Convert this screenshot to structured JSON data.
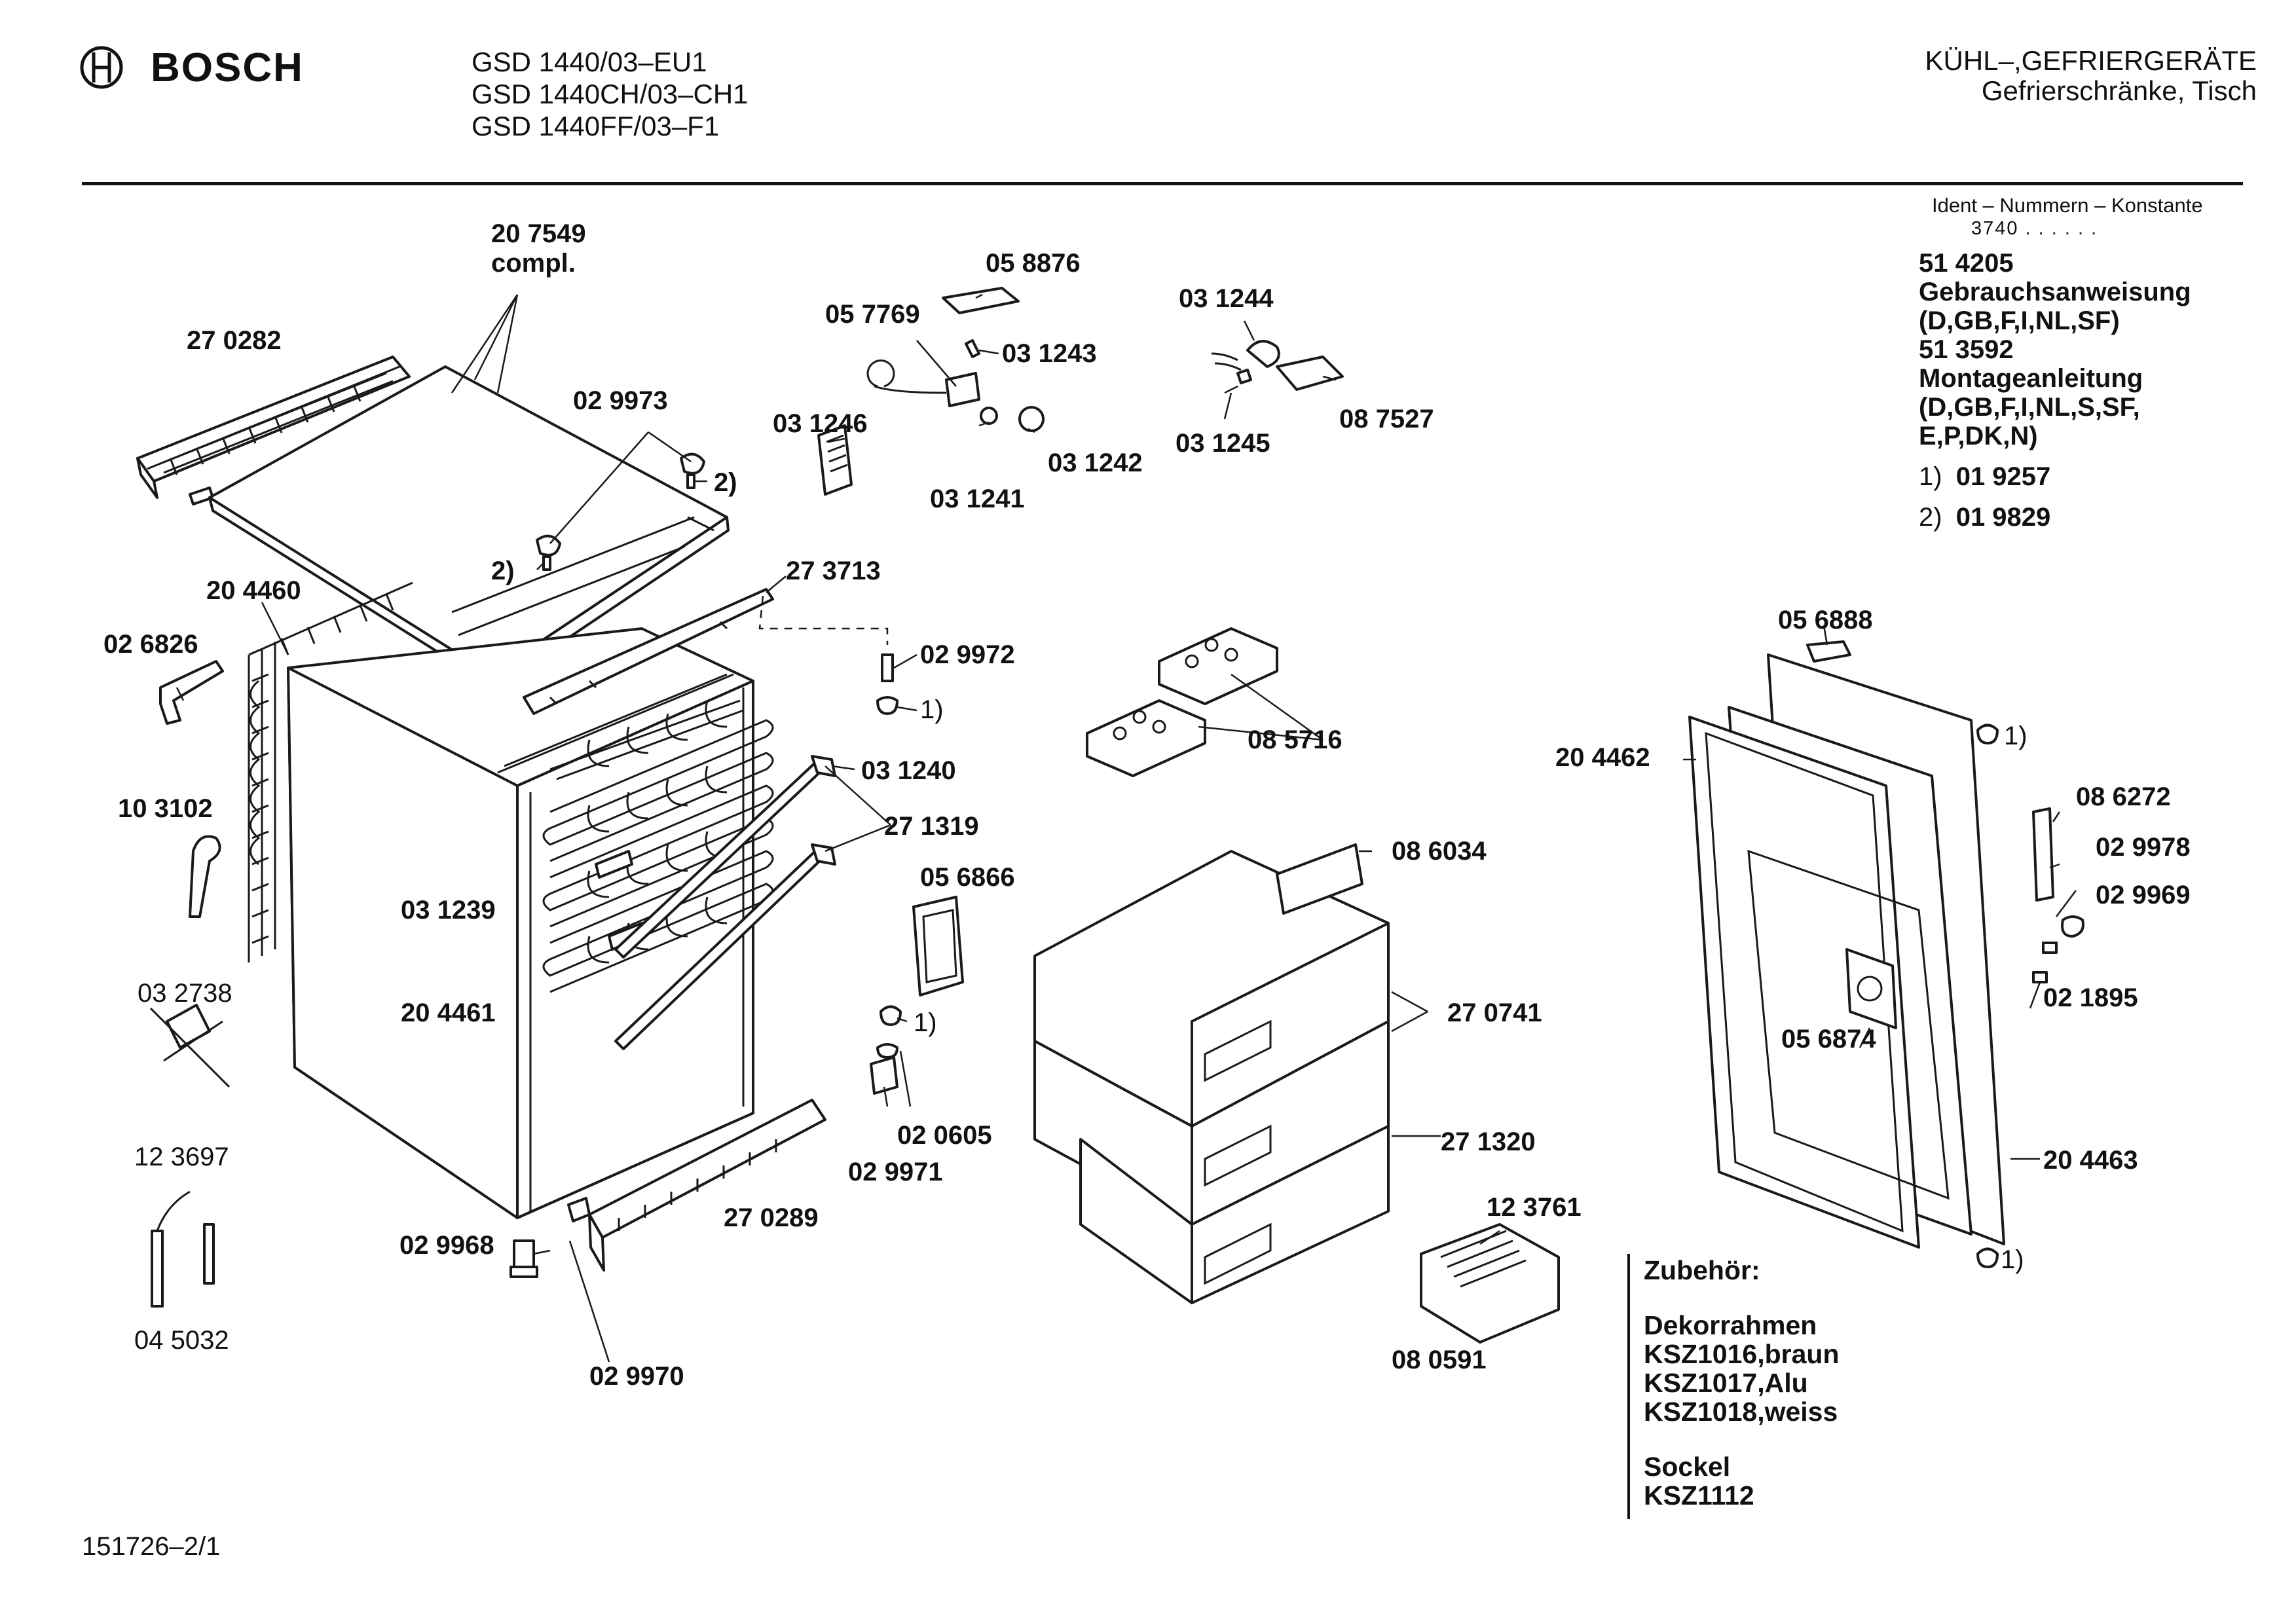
{
  "header": {
    "brand": "BOSCH",
    "models": [
      "GSD 1440/03–EU1",
      "GSD 1440CH/03–CH1",
      "GSD 1440FF/03–F1"
    ],
    "category": "KÜHL–,GEFRIERGERÄTE",
    "subcategory": "Gefrierschränke, Tisch"
  },
  "ident": {
    "title": "Ident – Nummern – Konstante",
    "value": "3740 . . . . . ."
  },
  "docs": {
    "manual_no": "51 4205",
    "manual_name": "Gebrauchsanweisung",
    "manual_langs": "(D,GB,F,I,NL,SF)",
    "install_no": "51 3592",
    "install_name": "Montageanleitung",
    "install_langs_1": "(D,GB,F,I,NL,S,SF,",
    "install_langs_2": "E,P,DK,N)",
    "footnote_1_mark": "1)",
    "footnote_1_val": "01 9257",
    "footnote_2_mark": "2)",
    "footnote_2_val": "01 9829"
  },
  "accessories": {
    "title": "Zubehör:",
    "frame_title": "Dekorrahmen",
    "frame_1": "KSZ1016,braun",
    "frame_2": "KSZ1017,Alu",
    "frame_3": "KSZ1018,weiss",
    "base_title": "Sockel",
    "base_1": "KSZ1112"
  },
  "footer": {
    "drawing_no": "151726–2/1"
  },
  "icons": {
    "brand_logo": "bosch-armature-logo-icon"
  },
  "parts": [
    {
      "id": "p207549",
      "text": "20 7549"
    },
    {
      "id": "pcompl",
      "text": "compl."
    },
    {
      "id": "p270282",
      "text": "27 0282"
    },
    {
      "id": "p029973",
      "text": "02 9973"
    },
    {
      "id": "p2a",
      "text": "2)"
    },
    {
      "id": "p2b",
      "text": "2)"
    },
    {
      "id": "p204460",
      "text": "20 4460"
    },
    {
      "id": "p026826",
      "text": "02 6826"
    },
    {
      "id": "p103102",
      "text": "10 3102"
    },
    {
      "id": "p032738",
      "text": "03 2738"
    },
    {
      "id": "p123697",
      "text": "12 3697"
    },
    {
      "id": "p045032",
      "text": "04 5032"
    },
    {
      "id": "p029968",
      "text": "02 9968"
    },
    {
      "id": "p029970",
      "text": "02 9970"
    },
    {
      "id": "p270289",
      "text": "27 0289"
    },
    {
      "id": "p031239",
      "text": "03 1239"
    },
    {
      "id": "p204461",
      "text": "20 4461"
    },
    {
      "id": "p273713",
      "text": "27 3713"
    },
    {
      "id": "p029972",
      "text": "02 9972"
    },
    {
      "id": "p1a",
      "text": "1)"
    },
    {
      "id": "p031240",
      "text": "03 1240"
    },
    {
      "id": "p271319",
      "text": "27 1319"
    },
    {
      "id": "p056866",
      "text": "05 6866"
    },
    {
      "id": "p1b",
      "text": "1)"
    },
    {
      "id": "p020605",
      "text": "02 0605"
    },
    {
      "id": "p029971",
      "text": "02 9971"
    },
    {
      "id": "p058876",
      "text": "05 8876"
    },
    {
      "id": "p057769",
      "text": "05 7769"
    },
    {
      "id": "p031243",
      "text": "03 1243"
    },
    {
      "id": "p031246",
      "text": "03 1246"
    },
    {
      "id": "p031242",
      "text": "03 1242"
    },
    {
      "id": "p031241",
      "text": "03 1241"
    },
    {
      "id": "p031244",
      "text": "03 1244"
    },
    {
      "id": "p031245",
      "text": "03 1245"
    },
    {
      "id": "p087527",
      "text": "08 7527"
    },
    {
      "id": "p085716",
      "text": "08 5716"
    },
    {
      "id": "p086034",
      "text": "08 6034"
    },
    {
      "id": "p270741",
      "text": "27 0741"
    },
    {
      "id": "p271320",
      "text": "27 1320"
    },
    {
      "id": "p123761",
      "text": "12 3761"
    },
    {
      "id": "p080591",
      "text": "08 0591"
    },
    {
      "id": "p056888",
      "text": "05 6888"
    },
    {
      "id": "p204462",
      "text": "20 4462"
    },
    {
      "id": "p1c",
      "text": "1)"
    },
    {
      "id": "p086272",
      "text": "08 6272"
    },
    {
      "id": "p029978",
      "text": "02 9978"
    },
    {
      "id": "p029969",
      "text": "02 9969"
    },
    {
      "id": "p021895",
      "text": "02 1895"
    },
    {
      "id": "p056874",
      "text": "05 6874"
    },
    {
      "id": "p204463",
      "text": "20 4463"
    },
    {
      "id": "p1d",
      "text": "1)"
    }
  ]
}
